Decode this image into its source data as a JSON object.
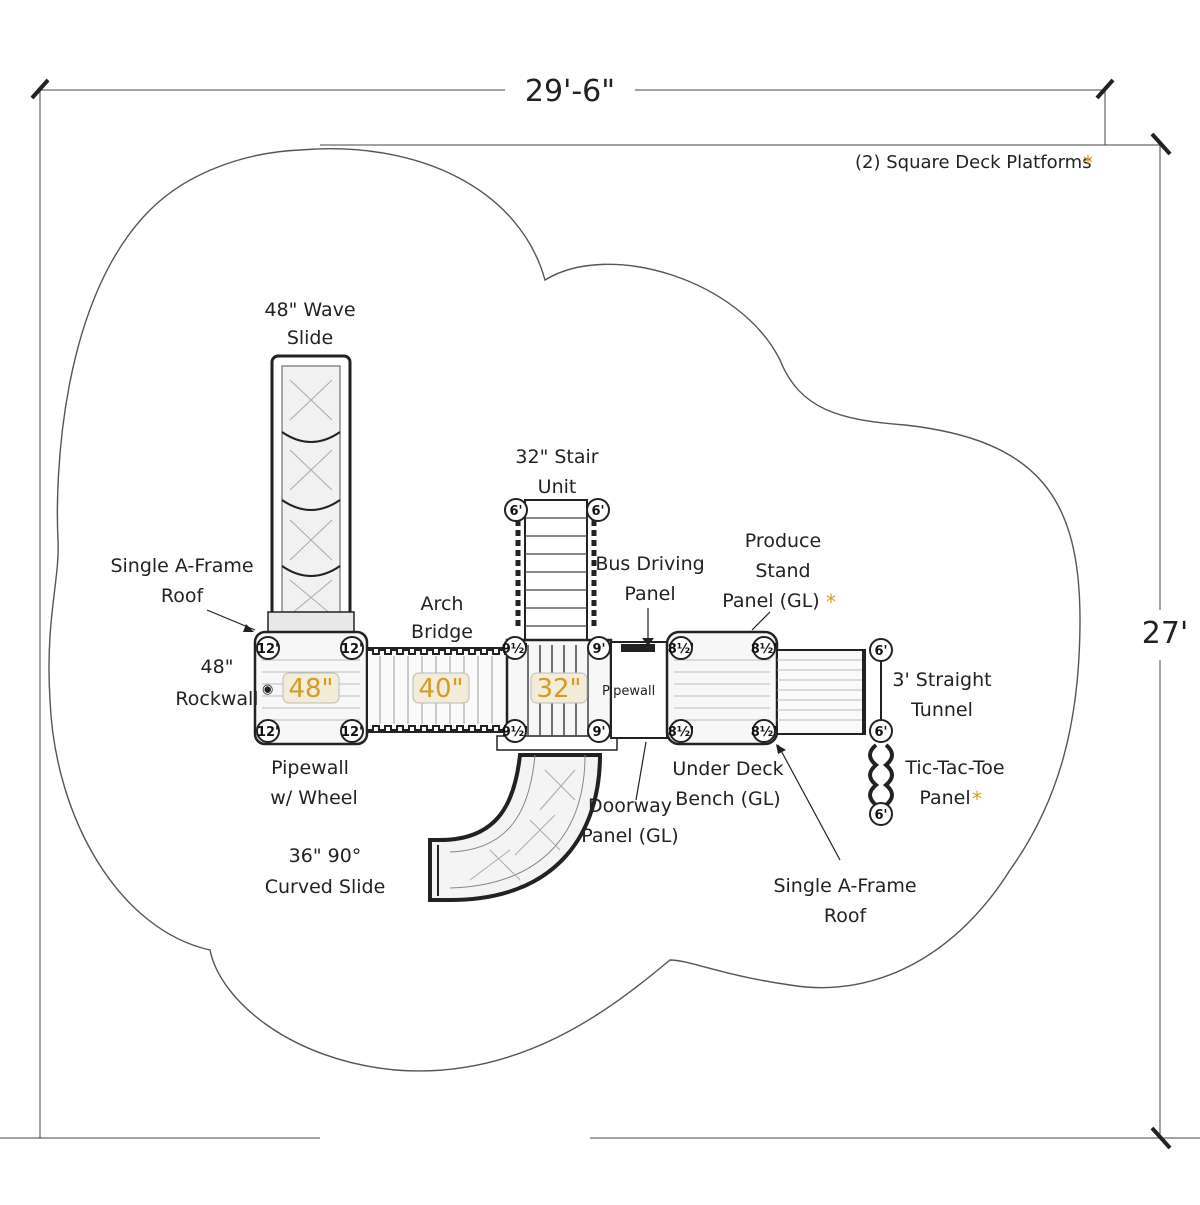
{
  "dimensions": {
    "width": "29'-6\"",
    "depth": "27'"
  },
  "legend_note": {
    "text": "(2) Square Deck Platforms",
    "marker": "*",
    "marker_color": "#d79a28"
  },
  "colors": {
    "height_label": "#d79a28",
    "line": "#222222",
    "fill": "#ffffff"
  },
  "deck_heights": {
    "d48": "48\"",
    "d40": "40\"",
    "d32": "32\""
  },
  "posts": {
    "p12": "12'",
    "p9": "9'",
    "p9half": "9½'",
    "p8half": "8½'",
    "p6": "6'"
  },
  "labels": {
    "wave_slide_1": "48\" Wave",
    "wave_slide_2": "Slide",
    "stair_1": "32\" Stair",
    "stair_2": "Unit",
    "roof_left_1": "Single A-Frame",
    "roof_left_2": "Roof",
    "arch_1": "Arch",
    "arch_2": "Bridge",
    "bus_1": "Bus Driving",
    "bus_2": "Panel",
    "produce_1": "Produce",
    "produce_2": "Stand",
    "produce_3": "Panel (GL)",
    "rockwall_1": "48\"",
    "rockwall_2": "Rockwall",
    "tunnel_1": "3' Straight",
    "tunnel_2": "Tunnel",
    "pipewall_small": "Pipewall",
    "pipewheel_1": "Pipewall",
    "pipewheel_2": "w/ Wheel",
    "bench_1": "Under Deck",
    "bench_2": "Bench (GL)",
    "tictac_1": "Tic-Tac-Toe",
    "tictac_2": "Panel",
    "doorway_1": "Doorway",
    "doorway_2": "Panel (GL)",
    "curved_1": "36\" 90°",
    "curved_2": "Curved Slide",
    "roof_right_1": "Single A-Frame",
    "roof_right_2": "Roof"
  }
}
